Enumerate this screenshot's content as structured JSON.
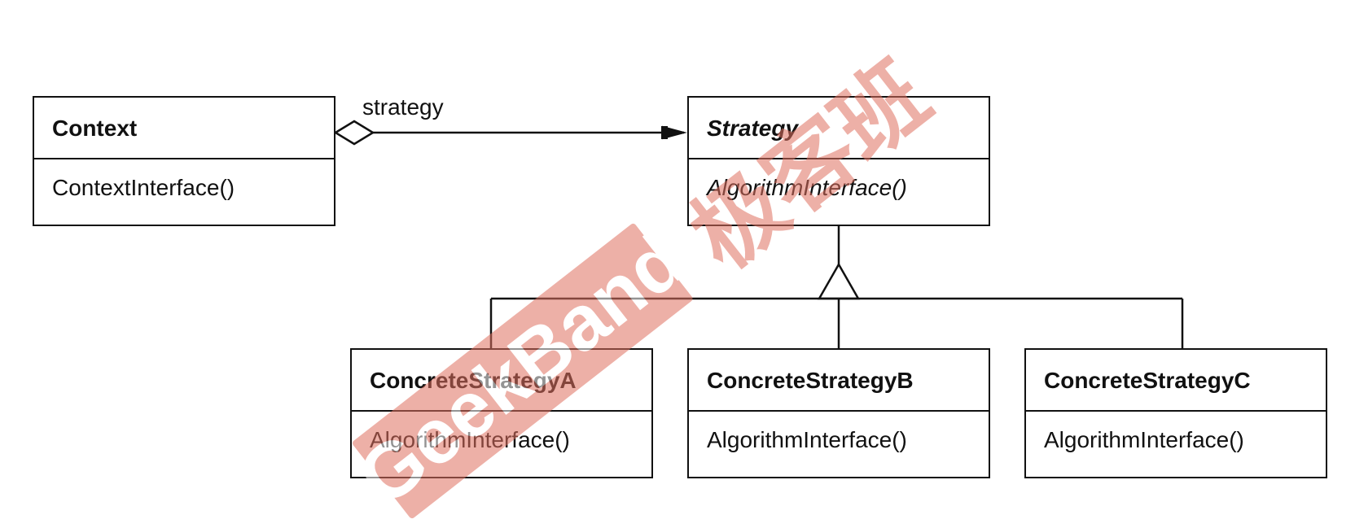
{
  "classes": {
    "context": {
      "name": "Context",
      "operation": "ContextInterface()"
    },
    "strategy": {
      "name": "Strategy",
      "operation": "AlgorithmInterface()"
    },
    "concrete_a": {
      "name": "ConcreteStrategyA",
      "operation": "AlgorithmInterface()"
    },
    "concrete_b": {
      "name": "ConcreteStrategyB",
      "operation": "AlgorithmInterface()"
    },
    "concrete_c": {
      "name": "ConcreteStrategyC",
      "operation": "AlgorithmInterface()"
    }
  },
  "associations": {
    "context_to_strategy": {
      "label": "strategy",
      "kind": "aggregation"
    }
  },
  "watermark": {
    "text_en": "GeekBand",
    "text_cn": "极客班",
    "color": "#e07060"
  },
  "colors": {
    "line": "#111111",
    "background": "#ffffff"
  }
}
